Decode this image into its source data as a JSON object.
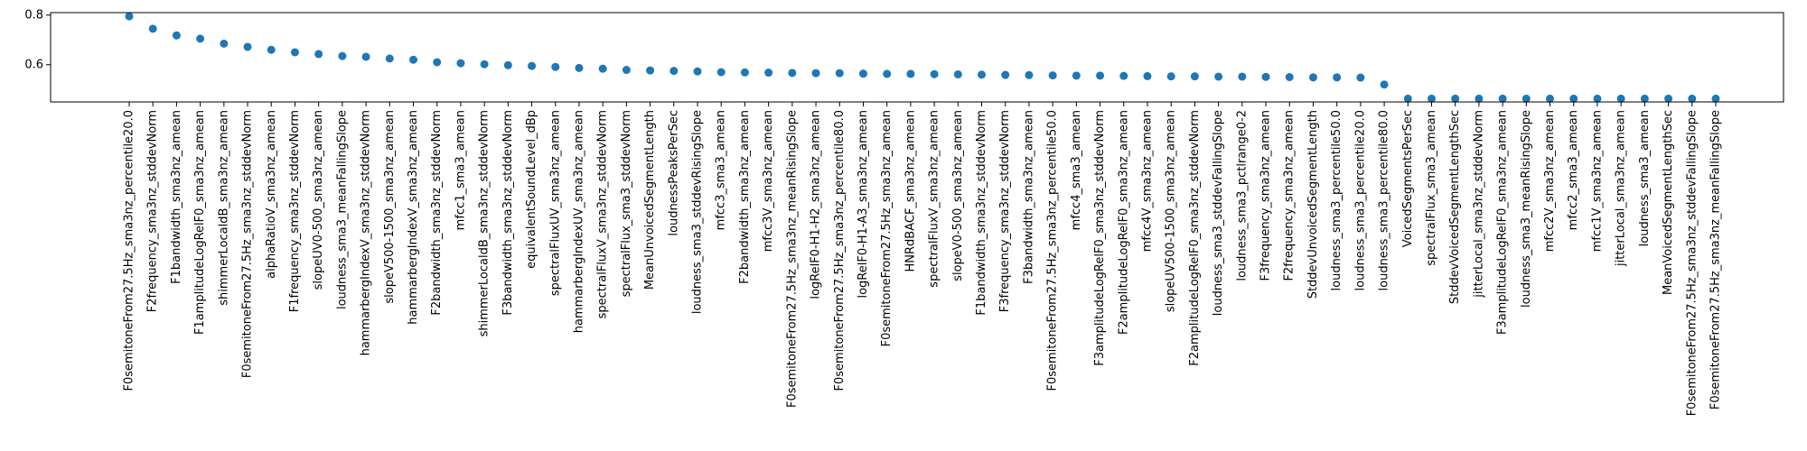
{
  "chart_data": {
    "type": "scatter",
    "title": "",
    "xlabel": "",
    "ylabel": "",
    "ylim": [
      0.45,
      0.81
    ],
    "y_ticks": [
      {
        "value": 0.6,
        "label": "0.6"
      },
      {
        "value": 0.8,
        "label": "0.8"
      }
    ],
    "grid": false,
    "marker_color": "#1f77b4",
    "x_label_rotation": -90,
    "categories": [
      "F0semitoneFrom27.5Hz_sma3nz_percentile20.0",
      "F2frequency_sma3nz_stddevNorm",
      "F1bandwidth_sma3nz_amean",
      "F1amplitudeLogRelF0_sma3nz_amean",
      "shimmerLocaldB_sma3nz_amean",
      "F0semitoneFrom27.5Hz_sma3nz_stddevNorm",
      "alphaRatioV_sma3nz_amean",
      "F1frequency_sma3nz_stddevNorm",
      "slopeUV0-500_sma3nz_amean",
      "loudness_sma3_meanFallingSlope",
      "hammarbergIndexV_sma3nz_stddevNorm",
      "slopeV500-1500_sma3nz_amean",
      "hammarbergIndexV_sma3nz_amean",
      "F2bandwidth_sma3nz_stddevNorm",
      "mfcc1_sma3_amean",
      "shimmerLocaldB_sma3nz_stddevNorm",
      "F3bandwidth_sma3nz_stddevNorm",
      "equivalentSoundLevel_dBp",
      "spectralFluxUV_sma3nz_amean",
      "hammarbergIndexUV_sma3nz_amean",
      "spectralFluxV_sma3nz_stddevNorm",
      "spectralFlux_sma3_stddevNorm",
      "MeanUnvoicedSegmentLength",
      "loudnessPeaksPerSec",
      "loudness_sma3_stddevRisingSlope",
      "mfcc3_sma3_amean",
      "F2bandwidth_sma3nz_amean",
      "mfcc3V_sma3nz_amean",
      "F0semitoneFrom27.5Hz_sma3nz_meanRisingSlope",
      "logRelF0-H1-H2_sma3nz_amean",
      "F0semitoneFrom27.5Hz_sma3nz_percentile80.0",
      "logRelF0-H1-A3_sma3nz_amean",
      "F0semitoneFrom27.5Hz_sma3nz_amean",
      "HNRdBACF_sma3nz_amean",
      "spectralFluxV_sma3nz_amean",
      "slopeV0-500_sma3nz_amean",
      "F1bandwidth_sma3nz_stddevNorm",
      "F3frequency_sma3nz_stddevNorm",
      "F3bandwidth_sma3nz_amean",
      "F0semitoneFrom27.5Hz_sma3nz_percentile50.0",
      "mfcc4_sma3_amean",
      "F3amplitudeLogRelF0_sma3nz_stddevNorm",
      "F2amplitudeLogRelF0_sma3nz_amean",
      "mfcc4V_sma3nz_amean",
      "slopeUV500-1500_sma3nz_amean",
      "F2amplitudeLogRelF0_sma3nz_stddevNorm",
      "loudness_sma3_stddevFallingSlope",
      "loudness_sma3_pctlrange0-2",
      "F3frequency_sma3nz_amean",
      "F2frequency_sma3nz_amean",
      "StddevUnvoicedSegmentLength",
      "loudness_sma3_percentile50.0",
      "loudness_sma3_percentile20.0",
      "loudness_sma3_percentile80.0",
      "VoicedSegmentsPerSec",
      "spectralFlux_sma3_amean",
      "StddevVoicedSegmentLengthSec",
      "jitterLocal_sma3nz_stddevNorm",
      "F3amplitudeLogRelF0_sma3nz_amean",
      "loudness_sma3_meanRisingSlope",
      "mfcc2V_sma3nz_amean",
      "mfcc2_sma3_amean",
      "mfcc1V_sma3nz_amean",
      "jitterLocal_sma3nz_amean",
      "loudness_sma3_amean",
      "MeanVoicedSegmentLengthSec",
      "F0semitoneFrom27.5Hz_sma3nz_stddevFallingSlope",
      "F0semitoneFrom27.5Hz_sma3nz_meanFallingSlope"
    ],
    "values": [
      0.795,
      0.745,
      0.718,
      0.705,
      0.685,
      0.672,
      0.66,
      0.65,
      0.643,
      0.635,
      0.632,
      0.625,
      0.62,
      0.61,
      0.606,
      0.602,
      0.598,
      0.595,
      0.591,
      0.587,
      0.584,
      0.579,
      0.577,
      0.575,
      0.573,
      0.57,
      0.569,
      0.568,
      0.567,
      0.566,
      0.566,
      0.564,
      0.563,
      0.563,
      0.562,
      0.561,
      0.56,
      0.559,
      0.558,
      0.557,
      0.556,
      0.556,
      0.555,
      0.554,
      0.553,
      0.553,
      0.552,
      0.552,
      0.551,
      0.55,
      0.549,
      0.549,
      0.548,
      0.52,
      0.463,
      0.463,
      0.463,
      0.463,
      0.463,
      0.463,
      0.463,
      0.463,
      0.463,
      0.463,
      0.463,
      0.463,
      0.463,
      0.463
    ]
  }
}
